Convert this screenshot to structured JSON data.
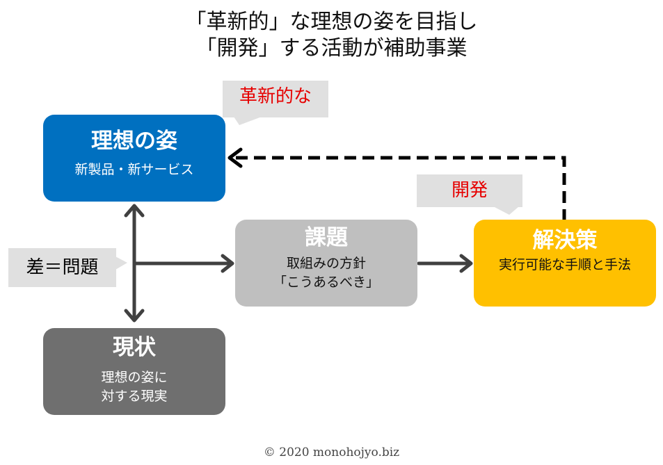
{
  "title": {
    "line1": "「革新的」な理想の姿を目指し",
    "line2": "「開発」する活動が補助事業"
  },
  "callouts": {
    "innovative": "革新的な",
    "development": "開発",
    "gap_problem": "差＝問題"
  },
  "boxes": {
    "ideal": {
      "title": "理想の姿",
      "sub": "新製品・新サービス",
      "color": "#0070c0"
    },
    "issue": {
      "title": "課題",
      "sub1": "取組みの方針",
      "sub2": "「こうあるべき」",
      "color": "#bfbfbf"
    },
    "solution": {
      "title": "解決策",
      "sub": "実行可能な手順と手法",
      "color": "#ffc000"
    },
    "current": {
      "title": "現状",
      "sub1": "理想の姿に",
      "sub2": "対する現実",
      "color": "#6f6f6f"
    }
  },
  "footer": "© 2020 monohojyo.biz"
}
